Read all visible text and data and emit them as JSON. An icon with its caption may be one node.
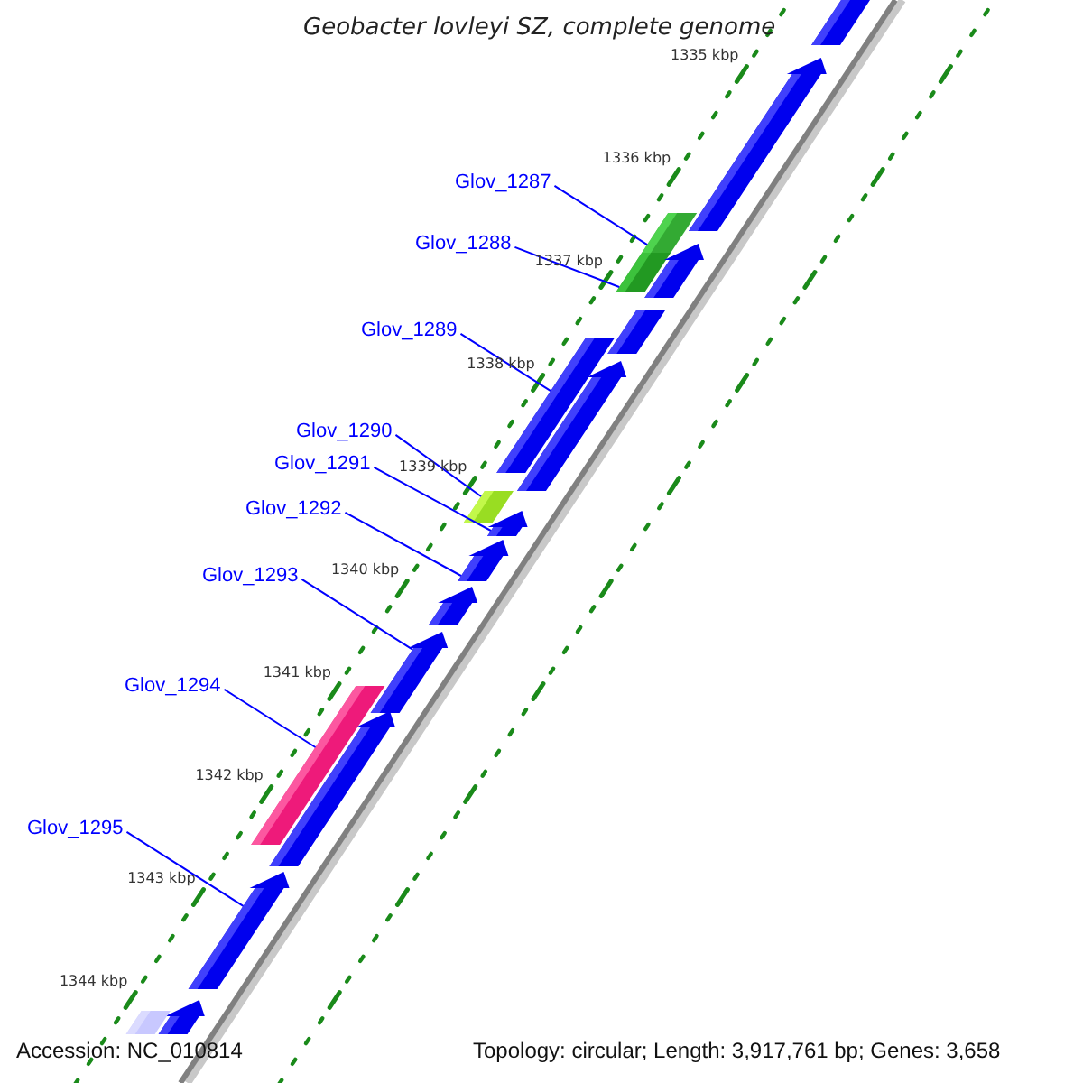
{
  "diagram": {
    "title": "Geobacter lovleyi SZ, complete genome",
    "nodes": [
      {
        "text": [
          "Glov_1287"
        ]
      },
      {
        "text": [
          "Glov_1288"
        ]
      },
      {
        "text": [
          "Glov_1289"
        ]
      },
      {
        "text": [
          "Glov_1290"
        ]
      },
      {
        "text": [
          "Glov_1291"
        ]
      },
      {
        "text": [
          "Glov_1292"
        ]
      },
      {
        "text": [
          "Glov_1293"
        ]
      },
      {
        "text": [
          "Glov_1294"
        ]
      },
      {
        "text": [
          "Glov_1295"
        ]
      },
      {
        "text": [],
        "shape": "bar"
      },
      {
        "text": [],
        "shape": "bar"
      },
      {
        "text": [],
        "shape": "bar"
      },
      {
        "text": [],
        "shape": "bar"
      },
      {
        "text": [],
        "shape": "bar"
      },
      {
        "text": [],
        "shape": "bar"
      },
      {
        "text": [],
        "shape": "bar"
      },
      {
        "text": [],
        "shape": "bar"
      },
      {
        "text": [],
        "shape": "bar"
      },
      {
        "text": [],
        "shape": "bar"
      },
      {
        "text": [],
        "shape": "bar"
      },
      {
        "text": [],
        "shape": "bar"
      },
      {
        "text": [],
        "shape": "bar"
      },
      {
        "text": [],
        "shape": "bar"
      },
      {
        "text": [],
        "shape": "bar"
      },
      {
        "text": [],
        "shape": "bar"
      },
      {
        "text": [],
        "shape": "bar"
      },
      {
        "text": [],
        "shape": "bar"
      }
    ],
    "edges": [
      {
        "from": 0,
        "to": 9,
        "arrow": "none"
      },
      {
        "from": 1,
        "to": 10,
        "arrow": "none"
      },
      {
        "from": 2,
        "to": 11,
        "arrow": "none"
      },
      {
        "from": 3,
        "to": 12,
        "arrow": "none"
      },
      {
        "from": 4,
        "to": 13,
        "arrow": "none"
      },
      {
        "from": 5,
        "to": 14,
        "arrow": "none"
      },
      {
        "from": 6,
        "to": 15,
        "arrow": "none"
      },
      {
        "from": 7,
        "to": 16,
        "arrow": "none"
      },
      {
        "from": 8,
        "to": 17,
        "arrow": "none"
      }
    ],
    "labels": [
      "1335 kbp",
      "1336 kbp",
      "1337 kbp",
      "1338 kbp",
      "1339 kbp",
      "1340 kbp",
      "1341 kbp",
      "1342 kbp",
      "1343 kbp",
      "1344 kbp",
      "Accession: NC_010814",
      "Topology: circular; Length: 3,917,761 bp; Genes: 3,658"
    ]
  }
}
